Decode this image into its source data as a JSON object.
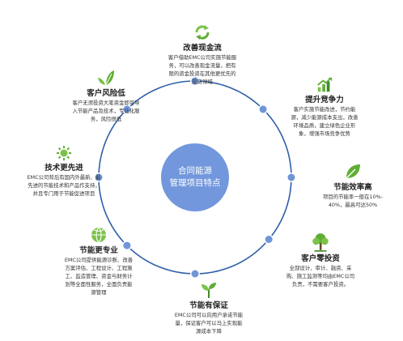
{
  "center": {
    "lines": [
      "合同能源",
      "管理项目特点"
    ]
  },
  "colors": {
    "ring": "#2e5fa8",
    "dot": "#6e96d8",
    "dot_stroke": "#ffffff",
    "center_fill": "#7297dc",
    "icon_green": "#7cc24a",
    "icon_dark_green": "#3f8a2a"
  },
  "nodes": [
    {
      "id": "cashflow",
      "icon": "recycle-arrows-icon",
      "title": "改善现金流",
      "desc": [
        "客户借助EMC公司实施节能服",
        "务，可以改善现金流量，把有",
        "限的资金投资在其他更优先的",
        "投资领域"
      ]
    },
    {
      "id": "competitiveness",
      "icon": "chart-arrow-icon",
      "title": "提升竞争力",
      "desc": [
        "客户实施节能改进，节约能",
        "源，减少能源成本支出，改善",
        "环境品质，建立绿色企业形",
        "象，增强市场竞争优势"
      ]
    },
    {
      "id": "efficiency",
      "icon": "leaf-icon",
      "title": "节能效率高",
      "desc": [
        "项目的节能率一般在10%-",
        "40%，最高可达50%"
      ]
    },
    {
      "id": "zero-invest",
      "icon": "tree-icon",
      "title": "客户零投资",
      "desc": [
        "全部设计、审计、融资、采",
        "购、施工监测等均由EMC公司",
        "负责，不需要客户投资。"
      ]
    },
    {
      "id": "guarantee",
      "icon": "sprout-icon",
      "title": "节能有保证",
      "desc": [
        "EMC公司可以向用户承诺节能",
        "量，保证客户可以马上实现能",
        "源成本下降"
      ]
    },
    {
      "id": "professional",
      "icon": "globe-icon",
      "title": "节能更专业",
      "desc": [
        "EMC公司提供能源诊断、改善",
        "方案评估、工程设计、工程施",
        "工、监造管理、资金与财务计",
        "划等全面性服务，全面负责能",
        "源管理"
      ]
    },
    {
      "id": "technology",
      "icon": "sun-icon",
      "title": "技术更先进",
      "desc": [
        "EMC公司背后有国内外最新、最",
        "先进的节能技术和产品作支持，",
        "并且专门用于节能促进项目"
      ]
    },
    {
      "id": "risk",
      "icon": "leaves-icon",
      "title": "客户风险低",
      "desc": [
        "客户无须投资大笔资金即可导",
        "入节能产品及技术，专业化服",
        "务，风险很低"
      ]
    }
  ]
}
